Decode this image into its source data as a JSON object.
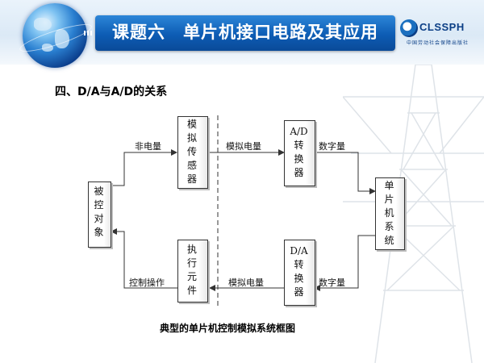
{
  "header": {
    "title_prefix": "课题六",
    "title": "单片机接口电路及其应用",
    "publisher_logo": "CLSSPH",
    "publisher_subtitle": "中国劳动社会保障出版社"
  },
  "section": {
    "heading": "四、D/A与A/D的关系"
  },
  "diagram": {
    "blocks": {
      "controlled_object": "被\n控\n对\n象",
      "sensor": "模\n拟\n传\n感\n器",
      "ad_converter": "A/D\n转\n换\n器",
      "mcu": "单\n片\n机\n系\n统",
      "da_converter": "D/A\n转\n换\n器",
      "actuator": "执\n行\n元\n件"
    },
    "signals": {
      "non_electrical": "非电量",
      "analog_in": "模拟电量",
      "digital_in": "数字量",
      "digital_out": "数字量",
      "analog_out": "模拟电量",
      "control_op": "控制操作"
    },
    "caption": "典型的单片机控制模拟系统框图"
  },
  "colors": {
    "title_bar": "#0d5cb4",
    "line": "#333333"
  }
}
